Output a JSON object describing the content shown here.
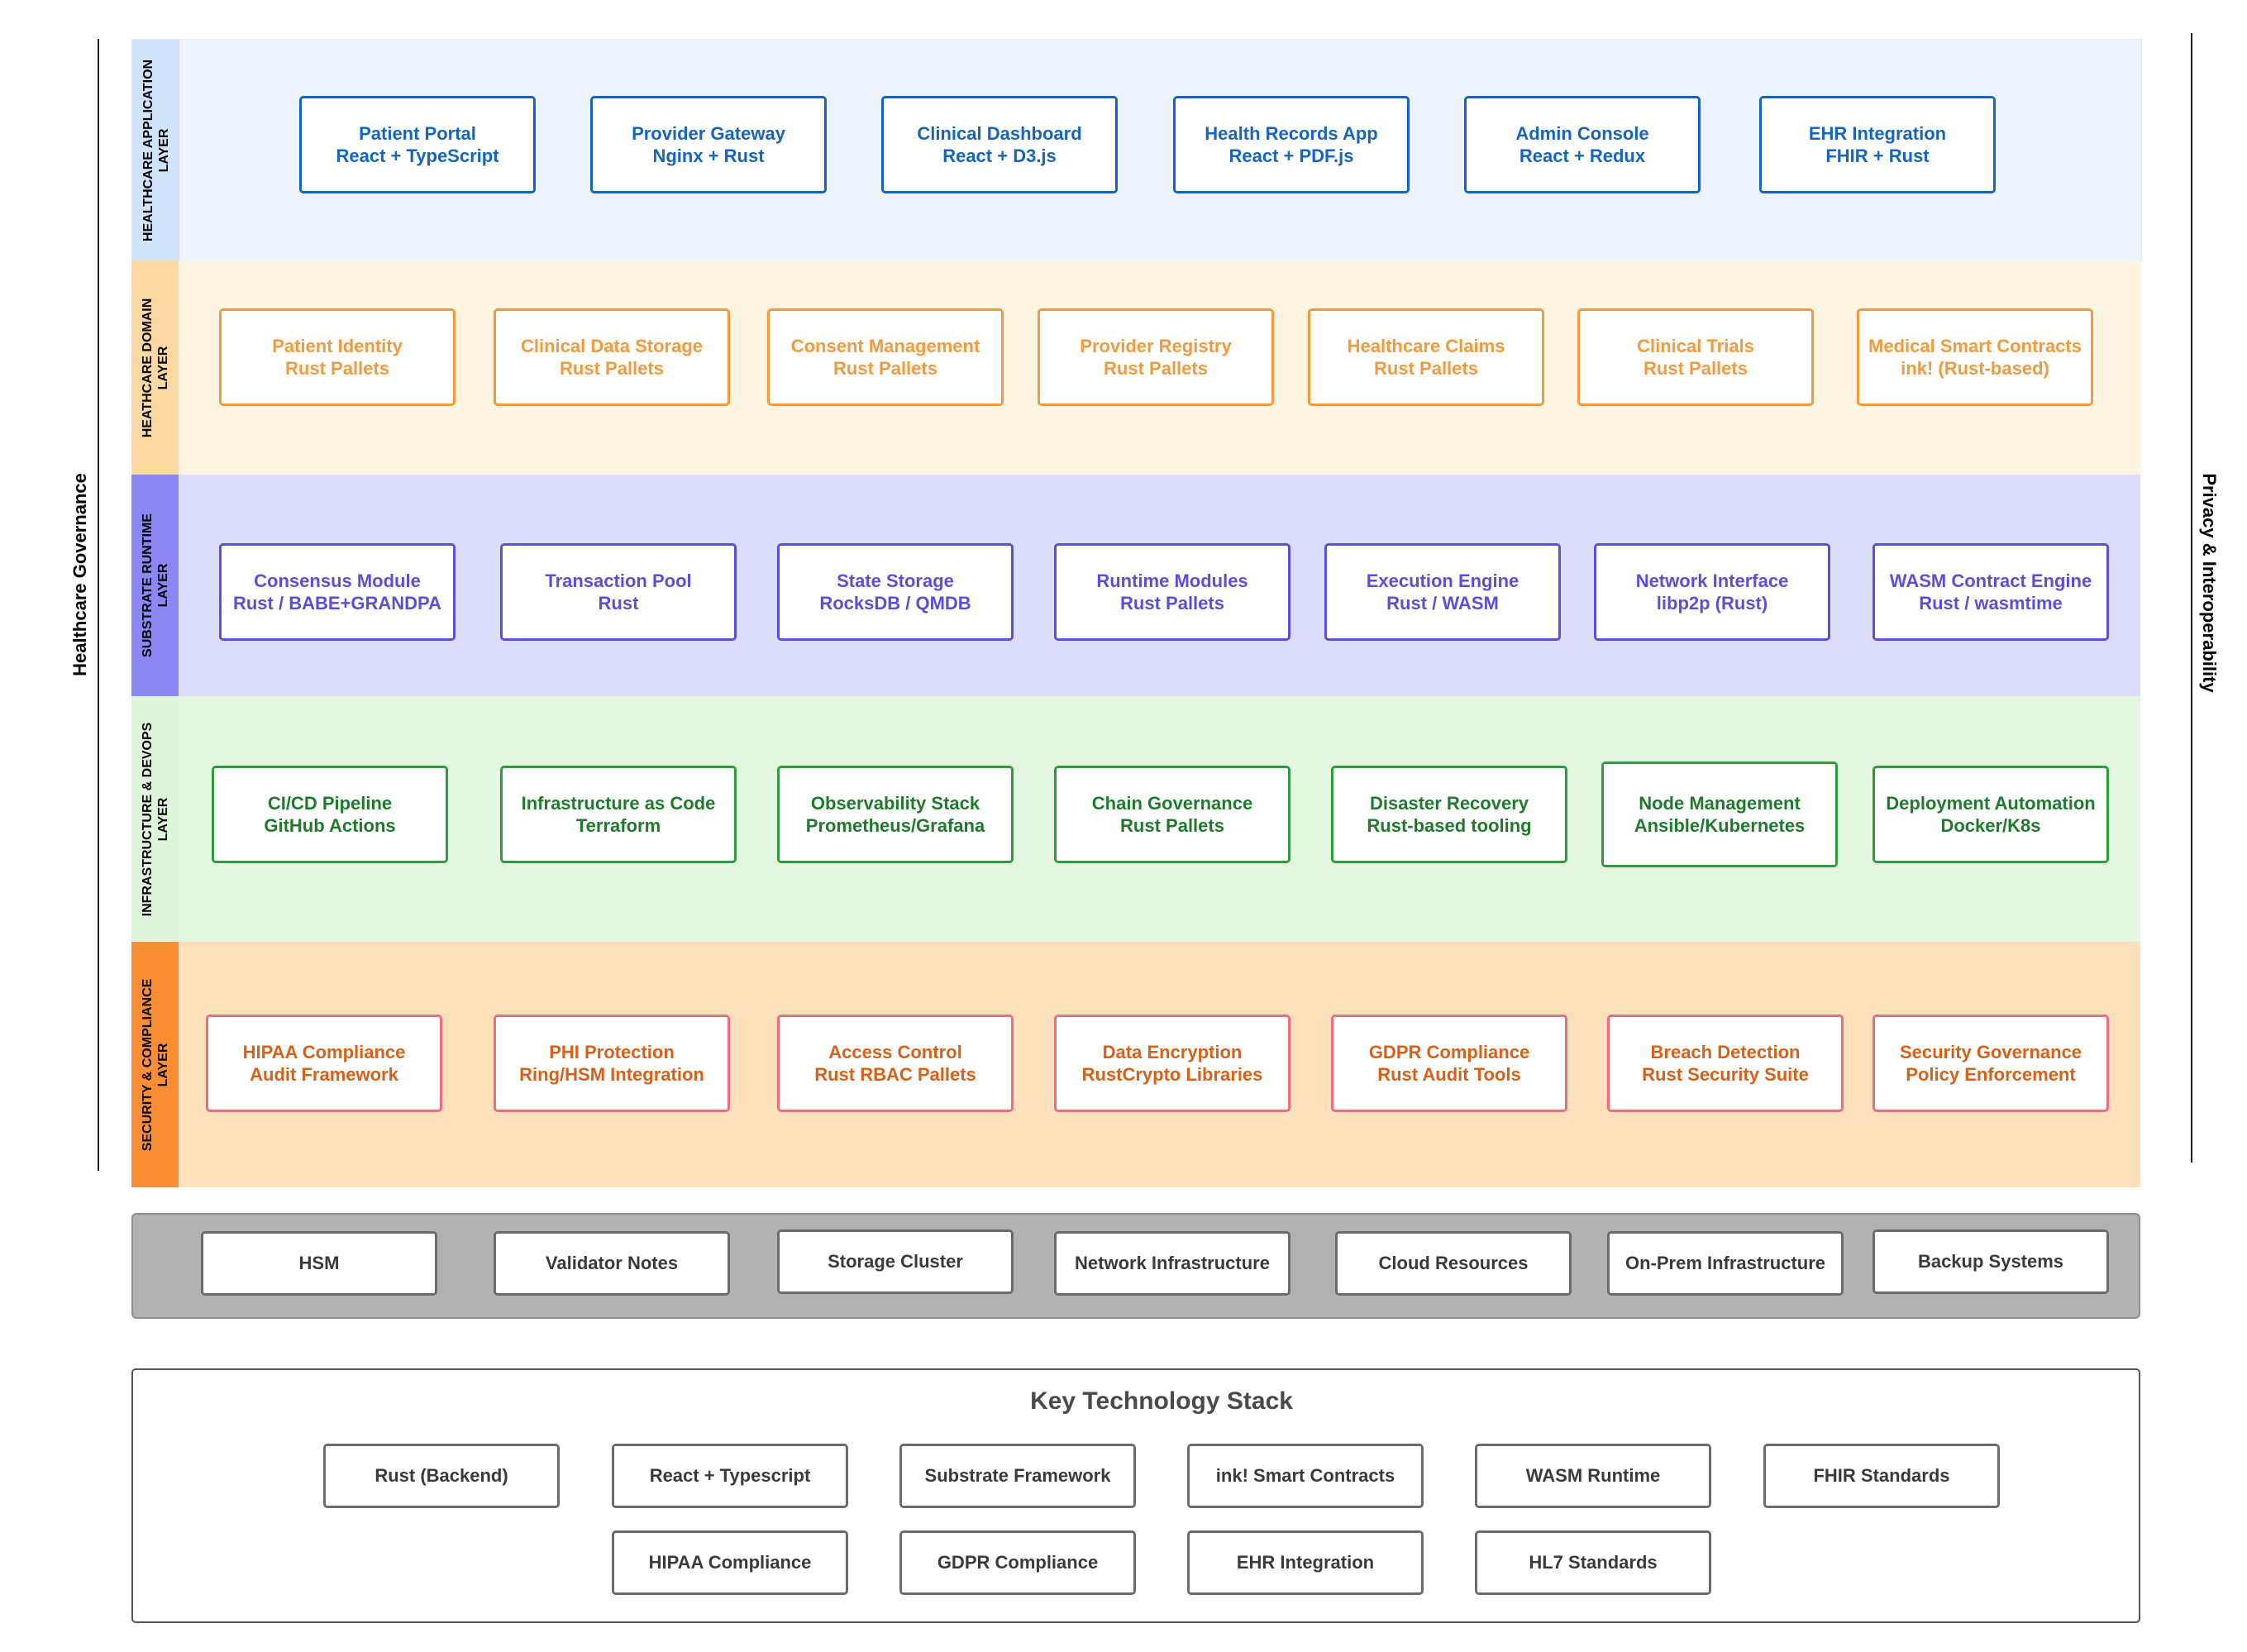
{
  "side_labels": {
    "left": "Healthcare Governance",
    "right": "Privacy & Interoperability"
  },
  "colors": {
    "application": "#1565c0",
    "domain": "#f39a3c",
    "runtime": "#5a4fd8",
    "infrastructure": "#2e9b3c",
    "security": "#d86018",
    "security_border": "#ef6b7f"
  },
  "layers": [
    {
      "label": [
        "HEALTHCARE APPLICATION",
        "LAYER"
      ],
      "items": [
        {
          "title": "Patient Portal",
          "tech": "React + TypeScript"
        },
        {
          "title": "Provider Gateway",
          "tech": "Nginx + Rust"
        },
        {
          "title": "Clinical Dashboard",
          "tech": "React + D3.js"
        },
        {
          "title": "Health Records App",
          "tech": "React + PDF.js"
        },
        {
          "title": "Admin Console",
          "tech": "React + Redux"
        },
        {
          "title": "EHR Integration",
          "tech": "FHIR + Rust"
        }
      ]
    },
    {
      "label": [
        "HEATHCARE DOMAIN",
        "LAYER"
      ],
      "items": [
        {
          "title": "Patient Identity",
          "tech": "Rust Pallets"
        },
        {
          "title": "Clinical Data Storage",
          "tech": "Rust Pallets"
        },
        {
          "title": "Consent Management",
          "tech": "Rust Pallets"
        },
        {
          "title": "Provider Registry",
          "tech": "Rust Pallets"
        },
        {
          "title": "Healthcare Claims",
          "tech": "Rust Pallets"
        },
        {
          "title": "Clinical Trials",
          "tech": "Rust Pallets"
        },
        {
          "title": "Medical Smart Contracts",
          "tech": "ink! (Rust-based)"
        }
      ]
    },
    {
      "label": [
        "SUBSTRATE RUNTIME",
        "LAYER"
      ],
      "items": [
        {
          "title": "Consensus Module",
          "tech": "Rust / BABE+GRANDPA"
        },
        {
          "title": "Transaction Pool",
          "tech": "Rust"
        },
        {
          "title": "State Storage",
          "tech": "RocksDB / QMDB"
        },
        {
          "title": "Runtime Modules",
          "tech": "Rust Pallets"
        },
        {
          "title": "Execution Engine",
          "tech": "Rust / WASM"
        },
        {
          "title": "Network Interface",
          "tech": "libp2p (Rust)"
        },
        {
          "title": "WASM Contract Engine",
          "tech": "Rust / wasmtime"
        }
      ]
    },
    {
      "label": [
        "INFRASTRUCTURE & DEVOPS",
        "LAYER"
      ],
      "items": [
        {
          "title": "CI/CD Pipeline",
          "tech": "GitHub Actions"
        },
        {
          "title": "Infrastructure as Code",
          "tech": "Terraform"
        },
        {
          "title": "Observability Stack",
          "tech": "Prometheus/Grafana"
        },
        {
          "title": "Chain Governance",
          "tech": "Rust Pallets"
        },
        {
          "title": "Disaster Recovery",
          "tech": "Rust-based tooling"
        },
        {
          "title": "Node Management",
          "tech": "Ansible/Kubernetes"
        },
        {
          "title": "Deployment Automation",
          "tech": "Docker/K8s"
        }
      ]
    },
    {
      "label": [
        "SECURITY & COMPLIANCE",
        "LAYER"
      ],
      "items": [
        {
          "title": "HIPAA Compliance",
          "tech": "Audit Framework"
        },
        {
          "title": "PHI Protection",
          "tech": "Ring/HSM Integration"
        },
        {
          "title": "Access Control",
          "tech": "Rust RBAC Pallets"
        },
        {
          "title": "Data Encryption",
          "tech": "RustCrypto Libraries"
        },
        {
          "title": "GDPR Compliance",
          "tech": "Rust Audit Tools"
        },
        {
          "title": "Breach Detection",
          "tech": "Rust Security Suite"
        },
        {
          "title": "Security Governance",
          "tech": "Policy Enforcement"
        }
      ]
    }
  ],
  "hardware": [
    "HSM",
    "Validator Notes",
    "Storage Cluster",
    "Network Infrastructure",
    "Cloud Resources",
    "On-Prem Infrastructure",
    "Backup Systems"
  ],
  "tech_stack": {
    "title": "Key Technology Stack",
    "row1": [
      "Rust (Backend)",
      "React + Typescript",
      "Substrate Framework",
      "ink! Smart Contracts",
      "WASM Runtime",
      "FHIR Standards"
    ],
    "row2": [
      "HIPAA Compliance",
      "GDPR Compliance",
      "EHR Integration",
      "HL7 Standards"
    ]
  }
}
